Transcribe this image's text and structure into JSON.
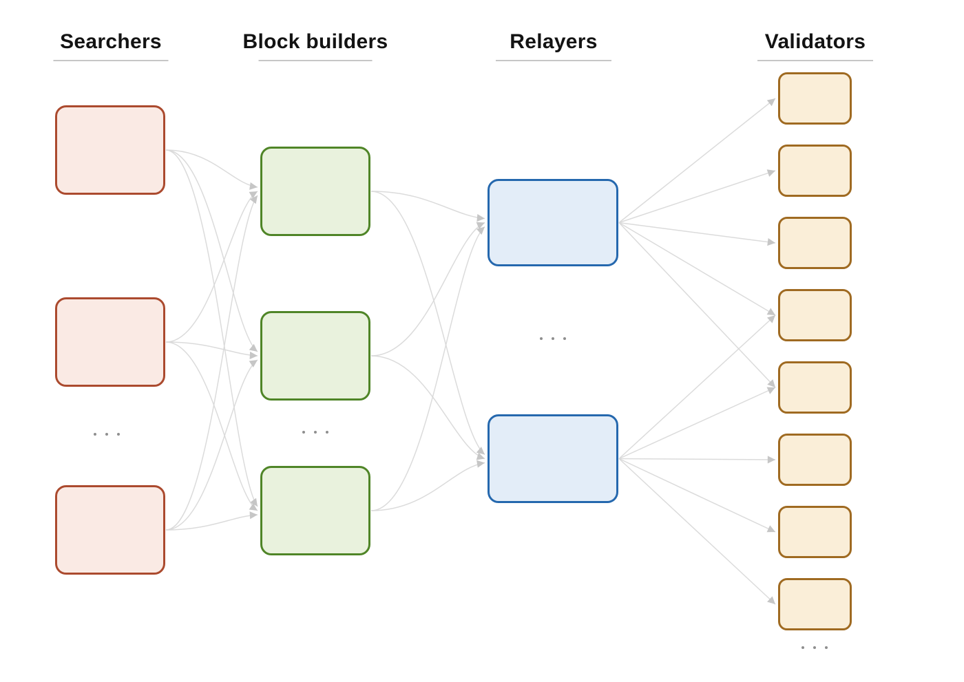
{
  "diagram": {
    "background": "#ffffff",
    "edge_color": "#d9d9d9",
    "arrowhead_color": "#c6c6c6",
    "ellipsis_color": "#8f8f8f",
    "heading_color": "#131313",
    "rule_color": "#c6c6c6",
    "columns": [
      {
        "id": "searchers",
        "label": "Searchers",
        "fill": "#faeae4",
        "stroke": "#ab4a2e",
        "nodes": [
          "s1",
          "s2",
          "s3"
        ],
        "ellipsis": true
      },
      {
        "id": "builders",
        "label": "Block builders",
        "fill": "#e9f2dd",
        "stroke": "#4f8527",
        "nodes": [
          "b1",
          "b2",
          "b3"
        ],
        "ellipsis": true
      },
      {
        "id": "relayers",
        "label": "Relayers",
        "fill": "#e3edf8",
        "stroke": "#2568ae",
        "nodes": [
          "r1",
          "r2"
        ],
        "ellipsis": true
      },
      {
        "id": "validators",
        "label": "Validators",
        "fill": "#faeed8",
        "stroke": "#9f6a21",
        "nodes": [
          "v1",
          "v2",
          "v3",
          "v4",
          "v5",
          "v6",
          "v7",
          "v8"
        ],
        "ellipsis": true
      }
    ],
    "edges": [
      [
        "s1",
        "b1"
      ],
      [
        "s1",
        "b2"
      ],
      [
        "s1",
        "b3"
      ],
      [
        "s2",
        "b1"
      ],
      [
        "s2",
        "b2"
      ],
      [
        "s2",
        "b3"
      ],
      [
        "s3",
        "b1"
      ],
      [
        "s3",
        "b2"
      ],
      [
        "s3",
        "b3"
      ],
      [
        "b1",
        "r1"
      ],
      [
        "b1",
        "r2"
      ],
      [
        "b2",
        "r1"
      ],
      [
        "b2",
        "r2"
      ],
      [
        "b3",
        "r1"
      ],
      [
        "b3",
        "r2"
      ],
      [
        "r1",
        "v1"
      ],
      [
        "r1",
        "v2"
      ],
      [
        "r1",
        "v3"
      ],
      [
        "r1",
        "v4"
      ],
      [
        "r1",
        "v5"
      ],
      [
        "r2",
        "v4"
      ],
      [
        "r2",
        "v5"
      ],
      [
        "r2",
        "v6"
      ],
      [
        "r2",
        "v7"
      ],
      [
        "r2",
        "v8"
      ]
    ]
  }
}
